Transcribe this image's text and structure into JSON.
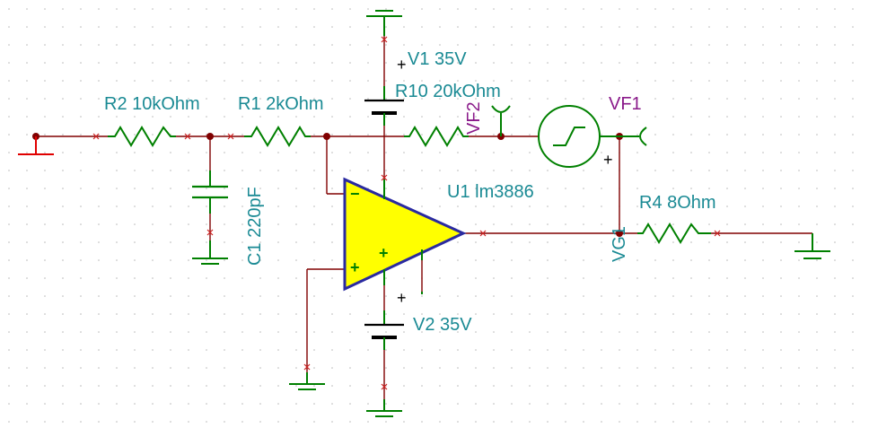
{
  "components": {
    "r2": {
      "name": "R2",
      "value": "10kOhm"
    },
    "r1": {
      "name": "R1",
      "value": "2kOhm"
    },
    "r10": {
      "name": "R10",
      "value": "20kOhm"
    },
    "r4": {
      "name": "R4",
      "value": "8Ohm"
    },
    "c1": {
      "name": "C1",
      "value": "220pF"
    },
    "v1": {
      "name": "V1",
      "value": "35V"
    },
    "v2": {
      "name": "V2",
      "value": "35V"
    },
    "u1": {
      "name": "U1",
      "value": "lm3886"
    },
    "vf1": {
      "name": "VF1"
    },
    "vf2": {
      "name": "VF2"
    },
    "vg1": {
      "name": "VG1"
    }
  },
  "labels": {
    "r2": "R2 10kOhm",
    "r1": "R1 2kOhm",
    "r10": "R10 20kOhm",
    "r4": "R4 8Ohm",
    "c1": "C1 220pF",
    "v1": "V1 35V",
    "v2": "V2 35V",
    "u1": "U1 lm3886",
    "vf1": "VF1",
    "vf2": "VF2",
    "vg1": "VG1"
  },
  "symbols": {
    "minus": "−",
    "plus": "+"
  },
  "colors": {
    "wire": "#800000",
    "component": "#008000",
    "opamp_fill": "#ffff00",
    "opamp_outline": "#2a2aa0",
    "label": "#1a8a94",
    "probe_label": "#8a1a8a",
    "ground_ref": "#e00000"
  }
}
